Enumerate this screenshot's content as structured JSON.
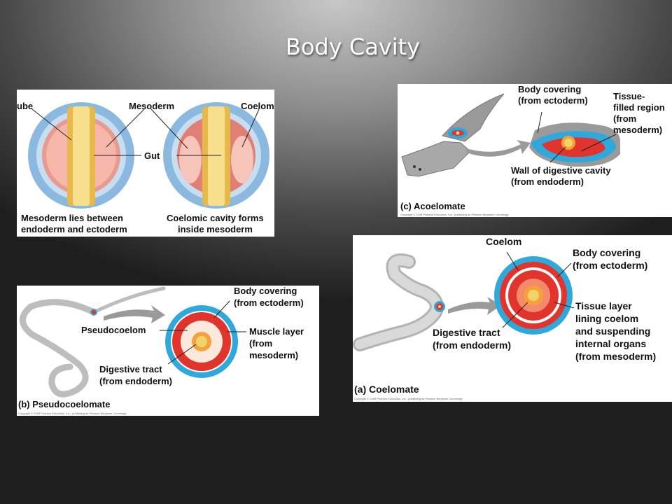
{
  "slide": {
    "title": "Body Cavity"
  },
  "panel_development": {
    "labels": {
      "tube": "ube",
      "mesoderm": "Mesoderm",
      "coelom": "Coelom",
      "gut": "Gut"
    },
    "captions": {
      "left_line1": "Mesoderm lies between",
      "left_line2": "endoderm and ectoderm",
      "right_line1": "Coelomic cavity forms",
      "right_line2": "inside mesoderm"
    }
  },
  "panel_acoelomate": {
    "labels": {
      "body_covering_1": "Body covering",
      "body_covering_2": "(from ectoderm)",
      "tissue_1": "Tissue-",
      "tissue_2": "filled region",
      "tissue_3": "(from",
      "tissue_4": "mesoderm)",
      "wall_1": "Wall of digestive cavity",
      "wall_2": "(from endoderm)"
    },
    "caption": "(c) Acoelomate",
    "copyright": "Copyright © 2008 Pearson Education, Inc., publishing as Pearson Benjamin Cummings."
  },
  "panel_pseudocoelomate": {
    "labels": {
      "body_covering_1": "Body covering",
      "body_covering_2": "(from ectoderm)",
      "pseudocoelom": "Pseudocoelom",
      "muscle_1": "Muscle layer",
      "muscle_2": "(from",
      "muscle_3": "mesoderm)",
      "digestive_1": "Digestive tract",
      "digestive_2": "(from endoderm)"
    },
    "caption": "(b) Pseudocoelomate",
    "copyright": "Copyright © 2008 Pearson Education, Inc., publishing as Pearson Benjamin Cummings."
  },
  "panel_coelomate": {
    "labels": {
      "coelom": "Coelom",
      "body_covering_1": "Body covering",
      "body_covering_2": "(from ectoderm)",
      "tissue_1": "Tissue layer",
      "tissue_2": "lining coelom",
      "tissue_3": "and suspending",
      "tissue_4": "internal organs",
      "tissue_5": "(from mesoderm)",
      "digestive_1": "Digestive tract",
      "digestive_2": "(from endoderm)"
    },
    "caption": "(a) Coelomate",
    "copyright": "Copyright © 2008 Pearson Education, Inc., publishing as Pearson Benjamin Cummings."
  },
  "colors": {
    "ectoderm": "#2fa8dc",
    "mesoderm": "#e0342c",
    "endoderm": "#f2d36a",
    "cavity": "#fde9d9",
    "organism": "#b9b9b9"
  }
}
